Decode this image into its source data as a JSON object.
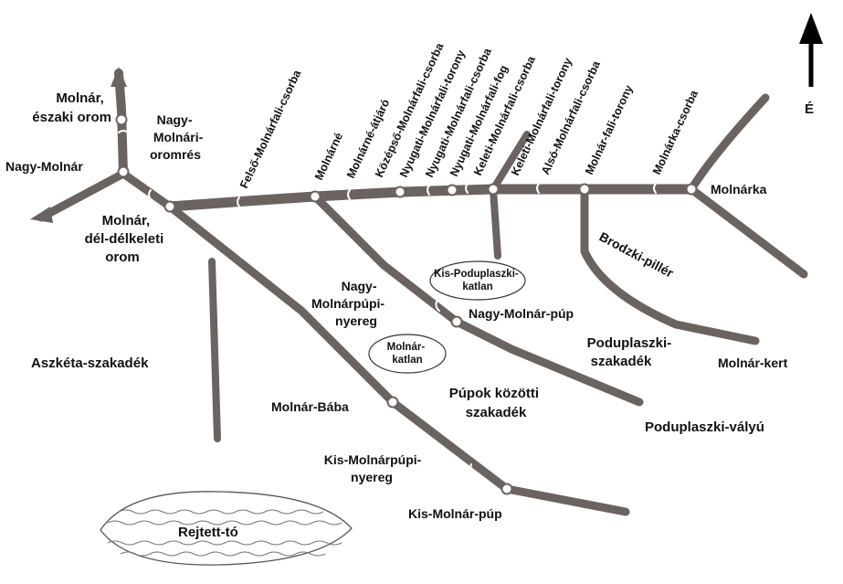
{
  "north": {
    "label": "É"
  },
  "peaks": {
    "molnar_eszaki": [
      "Molnár,",
      "északi orom"
    ],
    "nagy_molnar": "Nagy-Molnár",
    "nagy_molnari_oromres": [
      "Nagy-",
      "Molnári-",
      "oromrés"
    ],
    "molnar_del": [
      "Molnár,",
      "dél-délkeleti",
      "orom"
    ],
    "molnarka": "Molnárka",
    "nagy_molnar_pup": "Nagy-Molnár-púp",
    "molnar_baba": "Molnár-Bába",
    "kis_molnar_pup": "Kis-Molnár-púp"
  },
  "ridge_labels": [
    "Felső-Molnárfali-csorba",
    "Molnárné",
    "Molnárné-átjáró",
    "Középső-Molnárfali-csorba",
    "Nyugati-Molnárfali-torony",
    "Nyugati-Molnárfali-csorba",
    "Nyugati-Molnárfali-fog",
    "Keleti-Molnárfali-csorba",
    "Keleti-Molnárfali-torony",
    "Alsó-Molnárfali-csorba",
    "Molnár-fali-torony",
    "Molnárka-csorba"
  ],
  "saddles": {
    "nagy_molnarpupi": [
      "Nagy-",
      "Molnárpúpi-",
      "nyereg"
    ],
    "kis_molnarpupi": [
      "Kis-Molnárpúpi-",
      "nyereg"
    ]
  },
  "valleys": {
    "aszketa": "Aszkéta-szakadék",
    "pupok_kozotti": [
      "Púpok közötti",
      "szakadék"
    ],
    "poduplaszki_szakadek": [
      "Poduplaszki-",
      "szakadék"
    ],
    "poduplaszki_valyu": "Poduplaszki-vályú",
    "molnar_kert": "Molnár-kert",
    "brodzki": "Brodzki-pillér"
  },
  "cirques": {
    "kis_poduplaszki": [
      "Kis-Poduplaszki-",
      "katlan"
    ],
    "molnar_katlan": [
      "Molnár-",
      "katlan"
    ]
  },
  "lake": {
    "label": "Rejtett-tó"
  },
  "colors": {
    "ridge": "#6b6360",
    "text": "#111111",
    "background": "#ffffff"
  }
}
